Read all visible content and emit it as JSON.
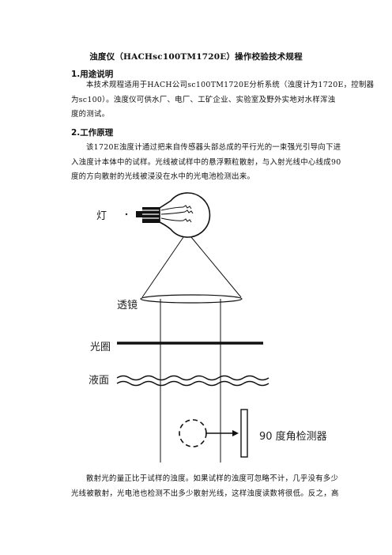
{
  "doc": {
    "title": "浊度仪（HACHsc100TM1720E）操作校验技术规程",
    "s1_heading": "1.用途说明",
    "s1_lines": [
      "本技术规程适用于HACH公司sc100TM1720E分析系统（浊度计为1720E，控制器",
      "为sc100）。浊度仪可供水厂、电厂、工矿企业、实验室及野外实地对水样浑浊",
      "度的测试。"
    ],
    "s2_heading": "2.工作原理",
    "s2_lines": [
      "该1720E浊度计通过把来自传感器头部总成的平行光的一束强光引导向下进",
      "入浊度计本体中的试样。光线被试样中的悬浮颗粒散射，与入射光线中心线成90",
      "度的方向散射的光线被浸没在水中的光电池检测出来。"
    ],
    "bottom_lines": [
      "散射光的量正比于试样的浊度。如果试样的浊度可忽略不计，几乎没有多少",
      "光线被散射，光电池也检测不出多少散射光线，这样浊度读数将很低。反之，高"
    ]
  },
  "diagram": {
    "lamp_label": "灯",
    "lens_label": "透镜",
    "aperture_label": "光圈",
    "liquid_label": "液面",
    "detector_label": "90 度角检测器"
  }
}
